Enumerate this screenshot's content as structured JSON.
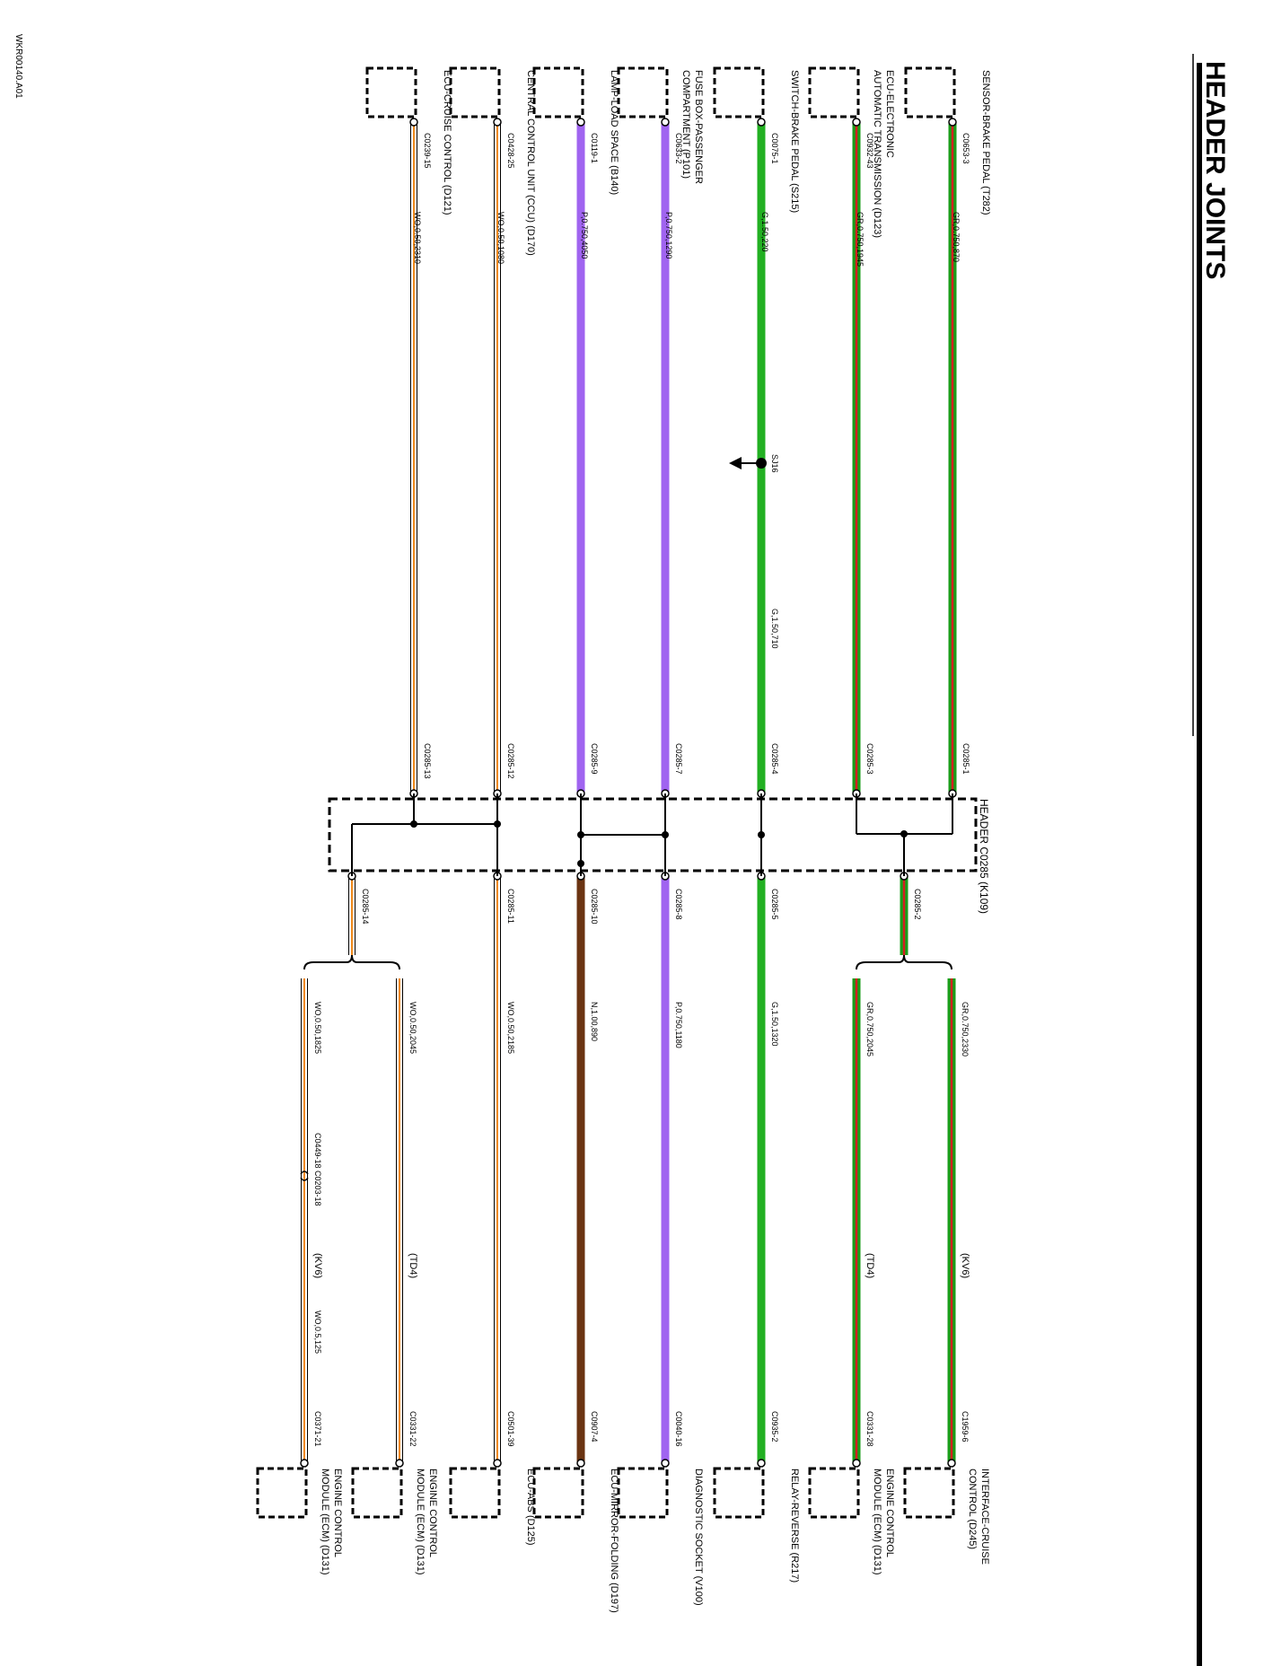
{
  "page": {
    "title": "HEADER JOINTS",
    "doc_code": "WKR00140.A01"
  },
  "header": {
    "label": "HEADER C0285 (K109)"
  },
  "splice": {
    "label": "SJ16"
  },
  "colors": {
    "GR": [
      "#1a9e1a",
      "#d42020"
    ],
    "G": [
      "#22b022"
    ],
    "P": [
      "#a064f0"
    ],
    "WO": [
      "#ffffff",
      "#f08a1c"
    ],
    "N": [
      "#6b3412"
    ]
  },
  "wires": [
    {
      "id": "w1",
      "top_conn": "SENSOR-BRAKE PEDAL (T282)",
      "top_pin": "C0653-3",
      "top_spec": "GR,0.750,870",
      "mid_spec": "",
      "hdr_in_pin": "C0285-1",
      "color": "GR"
    },
    {
      "id": "w2",
      "top_conn": "ECU-ELECTRONIC\nAUTOMATIC TRANSMISSION (D123)",
      "top_pin": "C0932-43",
      "top_spec": "GR,0.750,1945",
      "mid_spec": "",
      "hdr_in_pin": "C0285-3",
      "color": "GR"
    },
    {
      "id": "w3",
      "top_conn": "SWITCH-BRAKE PEDAL (S215)",
      "top_pin": "C0075-1",
      "top_spec": "G,1.50,220",
      "mid_spec": "G,1.50,710",
      "hdr_in_pin": "C0285-4",
      "color": "G"
    },
    {
      "id": "w4",
      "top_conn": "FUSE BOX-PASSENGER\nCOMPARTMENT (P101)",
      "top_pin": "C0633-2",
      "top_spec": "P,0.750,1290",
      "mid_spec": "",
      "hdr_in_pin": "C0285-7",
      "color": "P"
    },
    {
      "id": "w5",
      "top_conn": "LAMP-LOAD SPACE (B140)",
      "top_pin": "C0119-1",
      "top_spec": "P,0.750,4050",
      "mid_spec": "",
      "hdr_in_pin": "C0285-9",
      "color": "P"
    },
    {
      "id": "w6",
      "top_conn": "CENTRAL CONTROL UNIT (CCU) (D170)",
      "top_pin": "C0428-25",
      "top_spec": "WO,0.50,1080",
      "mid_spec": "",
      "hdr_in_pin": "C0285-12",
      "color": "WO"
    },
    {
      "id": "w7",
      "top_conn": "ECU-CRUISE CONTROL (D121)",
      "top_pin": "C0239-15",
      "top_spec": "WO,0.50,2310",
      "mid_spec": "",
      "hdr_in_pin": "C0285-13",
      "color": "WO"
    }
  ],
  "outputs": [
    {
      "id": "o1",
      "hdr_out_pin": "C0285-2",
      "color": "GR",
      "branches": [
        {
          "spec": "GR,0.750,2330",
          "variant": "(KV6)",
          "end_pin": "C1959-6",
          "end_conn": "INTERFACE-CRUISE\nCONTROL (D245)"
        },
        {
          "spec": "GR,0.750,2045",
          "variant": "(TD4)",
          "end_pin": "C0331-28",
          "end_conn": "ENGINE CONTROL\nMODULE (ECM) (D131)"
        }
      ]
    },
    {
      "id": "o2",
      "hdr_out_pin": "C0285-5",
      "color": "G",
      "branches": [
        {
          "spec": "G,1.50,1320",
          "variant": "",
          "end_pin": "C0935-2",
          "end_conn": "RELAY-REVERSE (R217)"
        }
      ]
    },
    {
      "id": "o3",
      "hdr_out_pin": "C0285-8",
      "color": "P",
      "branches": [
        {
          "spec": "P,0.750,1180",
          "variant": "",
          "end_pin": "C0040-16",
          "end_conn": "DIAGNOSTIC SOCKET (V100)"
        }
      ]
    },
    {
      "id": "o4",
      "hdr_out_pin": "C0285-10",
      "color": "N",
      "branches": [
        {
          "spec": "N,1.00,890",
          "variant": "",
          "end_pin": "C0907-4",
          "end_conn": "ECU-MIRROR-FOLDING (D197)"
        }
      ]
    },
    {
      "id": "o5",
      "hdr_out_pin": "C0285-11",
      "color": "WO",
      "branches": [
        {
          "spec": "WO,0.50,2185",
          "variant": "",
          "end_pin": "C0501-39",
          "end_conn": "ECU-ABS (D125)"
        }
      ]
    },
    {
      "id": "o6",
      "hdr_out_pin": "C0285-14",
      "color": "WO",
      "branches": [
        {
          "spec": "WO,0.50,2045",
          "variant": "(TD4)",
          "end_pin": "C0331-22",
          "end_conn": "ENGINE CONTROL\nMODULE (ECM) (D131)"
        },
        {
          "spec": "WO,0.50,1825",
          "variant": "(KV6)",
          "inline_pins": "C0449-18 C0203-18",
          "spec2": "WO,0.5,125",
          "end_pin": "C0371-21",
          "end_conn": "ENGINE CONTROL\nMODULE (ECM) (D131)"
        }
      ]
    }
  ]
}
